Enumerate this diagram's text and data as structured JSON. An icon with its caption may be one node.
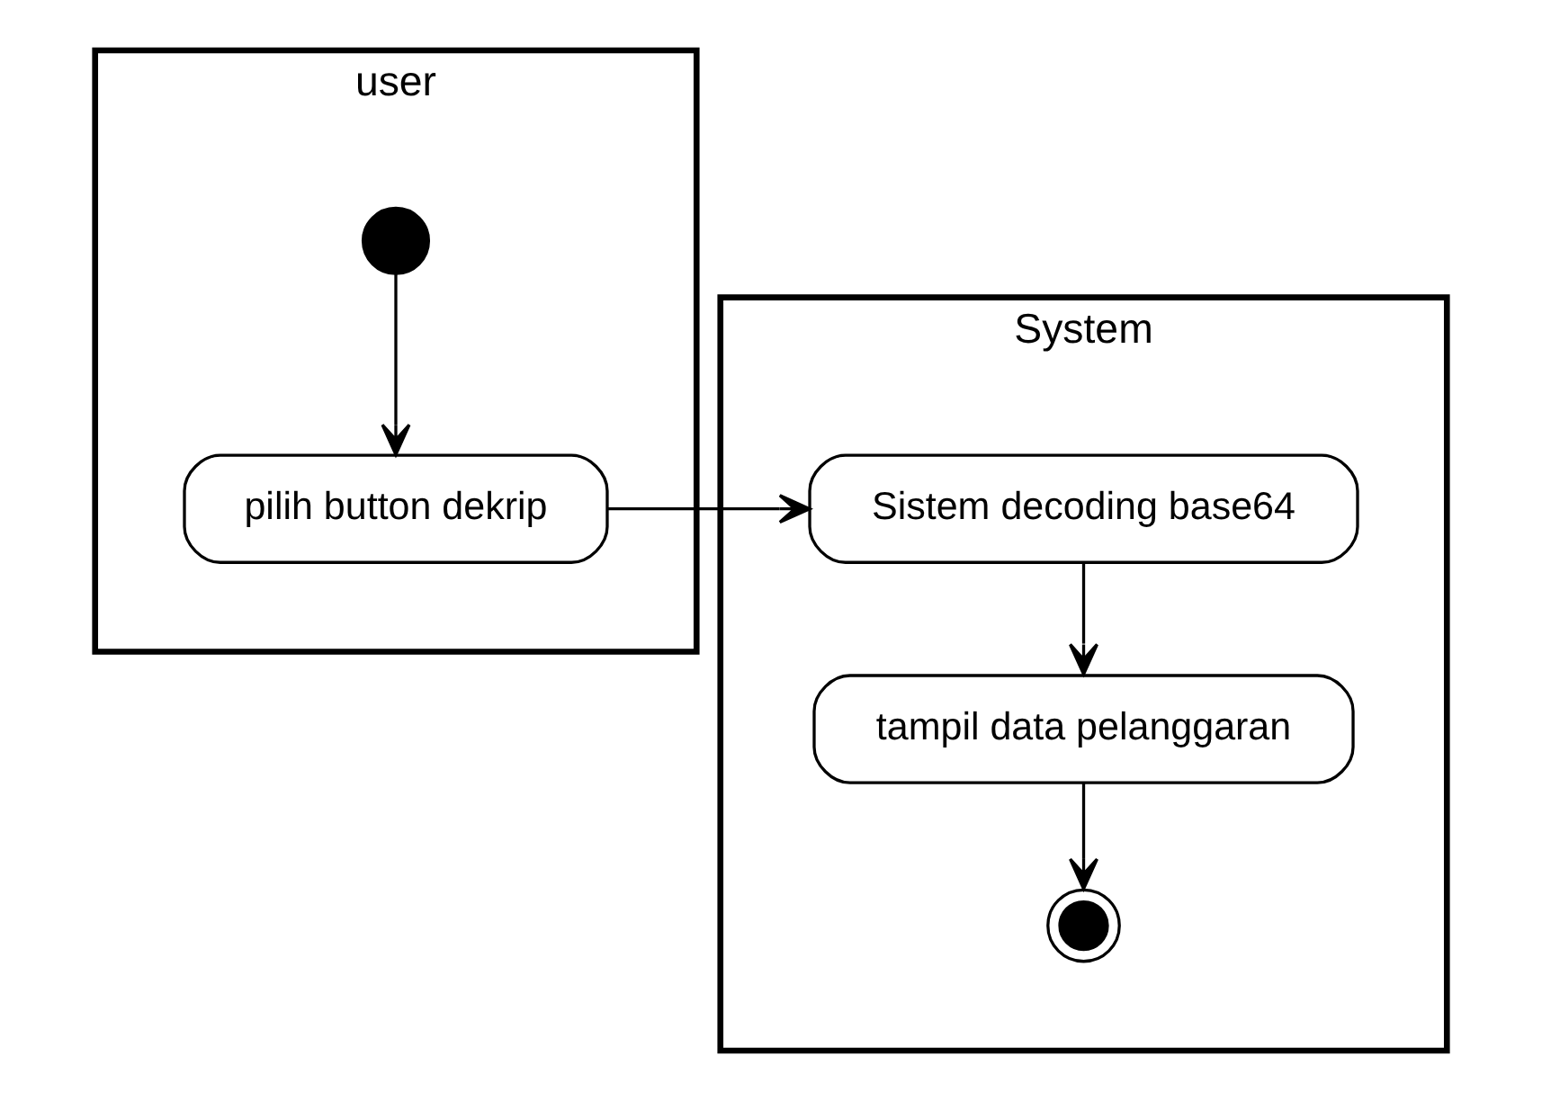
{
  "diagram": {
    "nodes": [
      {
        "text": [
          "user"
        ]
      },
      {
        "text": [
          "System"
        ]
      },
      {
        "text": [],
        "shape": "circle",
        "in": 0
      },
      {
        "text": [
          "pilih button dekrip"
        ],
        "in": 0
      },
      {
        "text": [
          "Sistem decoding base64"
        ],
        "in": 1
      },
      {
        "text": [
          "tampil data pelanggaran"
        ],
        "in": 1
      },
      {
        "text": [],
        "shape": "circle",
        "in": 1
      }
    ],
    "edges": [
      {
        "from": 2,
        "to": 3,
        "arrow": "to"
      },
      {
        "from": 3,
        "to": 4,
        "arrow": "to"
      },
      {
        "from": 4,
        "to": 5,
        "arrow": "to"
      },
      {
        "from": 5,
        "to": 6,
        "arrow": "to"
      }
    ]
  }
}
